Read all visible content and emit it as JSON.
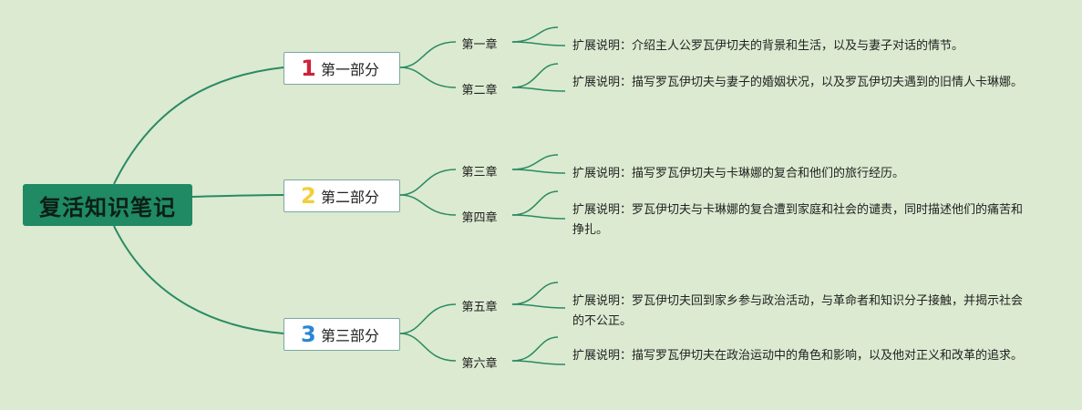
{
  "root": {
    "title": "复活知识笔记",
    "color": "#1f8a63"
  },
  "parts": [
    {
      "number": "1",
      "label": "第一部分",
      "number_color": "#d0203a",
      "chapters": [
        {
          "label": "第一章",
          "desc": "扩展说明：介绍主人公罗瓦伊切夫的背景和生活，以及与妻子对话的情节。"
        },
        {
          "label": "第二章",
          "desc": "扩展说明：描写罗瓦伊切夫与妻子的婚姻状况，以及罗瓦伊切夫遇到的旧情人卡琳娜。"
        }
      ]
    },
    {
      "number": "2",
      "label": "第二部分",
      "number_color": "#f2cf3a",
      "chapters": [
        {
          "label": "第三章",
          "desc": "扩展说明：描写罗瓦伊切夫与卡琳娜的复合和他们的旅行经历。"
        },
        {
          "label": "第四章",
          "desc": "扩展说明：罗瓦伊切夫与卡琳娜的复合遭到家庭和社会的谴责，同时描述他们的痛苦和挣扎。"
        }
      ]
    },
    {
      "number": "3",
      "label": "第三部分",
      "number_color": "#2a86d6",
      "chapters": [
        {
          "label": "第五章",
          "desc": "扩展说明：罗瓦伊切夫回到家乡参与政治活动，与革命者和知识分子接触，并揭示社会的不公正。"
        },
        {
          "label": "第六章",
          "desc": "扩展说明：描写罗瓦伊切夫在政治运动中的角色和影响，以及他对正义和改革的追求。"
        }
      ]
    }
  ],
  "colors": {
    "background": "#dbead0",
    "branch": "#2a8a64"
  }
}
